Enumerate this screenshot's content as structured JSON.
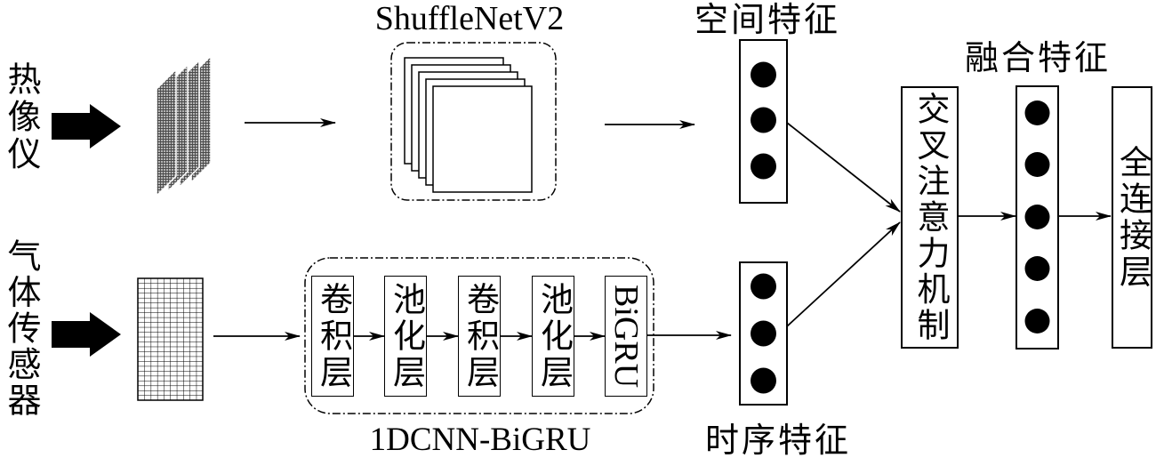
{
  "inputs": {
    "thermal_camera": "热像仪",
    "gas_sensor": "气体传感器"
  },
  "spatial_branch": {
    "model_label": "ShuffleNetV2",
    "feature_label": "空间特征"
  },
  "temporal_branch": {
    "model_label": "1DCNN-BiGRU",
    "layers": [
      "卷积层",
      "池化层",
      "卷积层",
      "池化层",
      "BiGRU"
    ],
    "feature_label": "时序特征"
  },
  "fusion": {
    "attention_label": "交叉注意力机制",
    "feature_label": "融合特征",
    "output_label": "全连接层"
  }
}
